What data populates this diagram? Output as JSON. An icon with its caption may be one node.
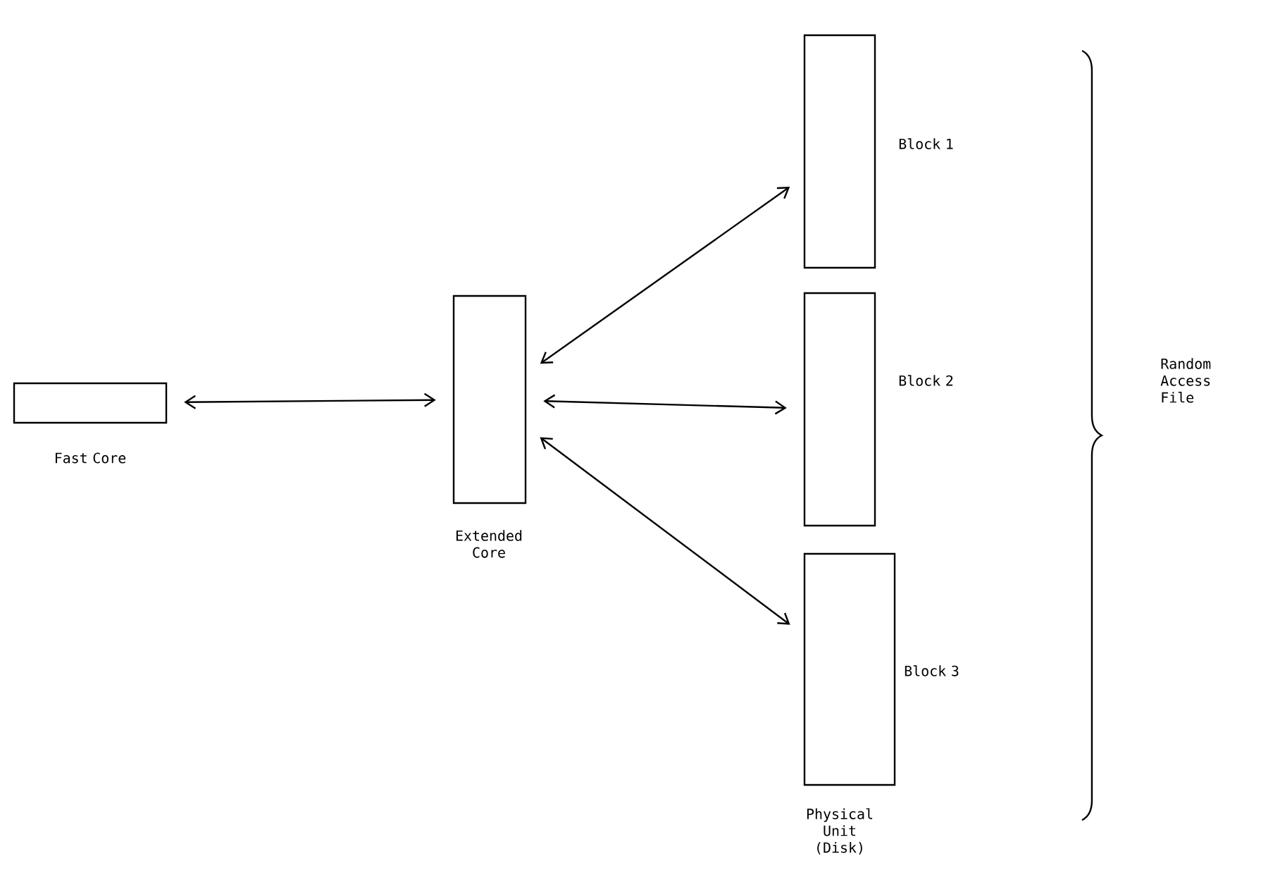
{
  "diagram": {
    "nodes": [
      {
        "text": [
          "Fast Core"
        ]
      },
      {
        "text": [
          "Extended Core"
        ]
      },
      {
        "text": [
          "Block 1"
        ]
      },
      {
        "text": [
          "Block 2"
        ]
      },
      {
        "text": [
          "Block 3"
        ]
      }
    ],
    "edges": [
      {
        "from": 0,
        "to": 1,
        "arrow": "both"
      },
      {
        "from": 1,
        "to": 2,
        "arrow": "both"
      },
      {
        "from": 1,
        "to": 3,
        "arrow": "both"
      },
      {
        "from": 1,
        "to": 4,
        "arrow": "both"
      }
    ],
    "labels": [
      "Physical Unit (Disk)",
      "Random Access File"
    ]
  }
}
